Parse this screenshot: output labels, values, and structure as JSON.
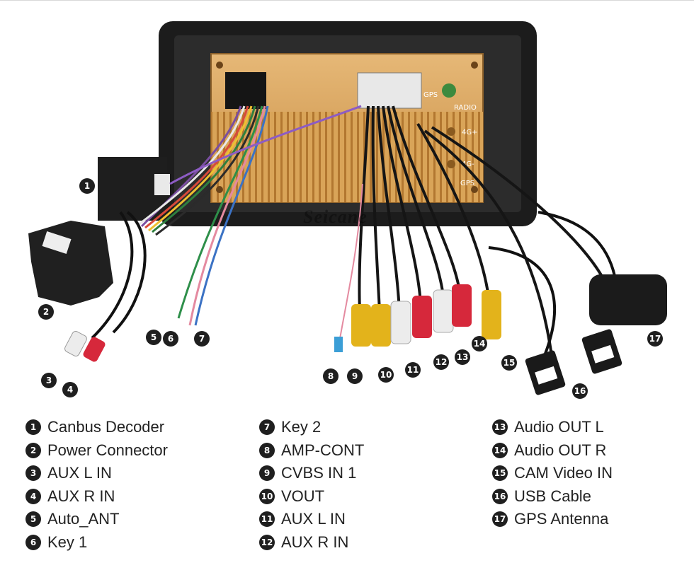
{
  "watermark": "Seicane",
  "markers": [
    "1",
    "2",
    "3",
    "4",
    "5",
    "6",
    "7",
    "8",
    "9",
    "10",
    "11",
    "12",
    "13",
    "14",
    "15",
    "16",
    "17"
  ],
  "legend": [
    {
      "num": "1",
      "label": "Canbus Decoder"
    },
    {
      "num": "2",
      "label": "Power Connector"
    },
    {
      "num": "3",
      "label": "AUX L IN"
    },
    {
      "num": "4",
      "label": "AUX R IN"
    },
    {
      "num": "5",
      "label": "Auto_ANT"
    },
    {
      "num": "6",
      "label": "Key 1"
    },
    {
      "num": "7",
      "label": "Key 2"
    },
    {
      "num": "8",
      "label": "AMP-CONT"
    },
    {
      "num": "9",
      "label": "CVBS IN 1"
    },
    {
      "num": "10",
      "label": "VOUT"
    },
    {
      "num": "11",
      "label": "AUX L IN"
    },
    {
      "num": "12",
      "label": "AUX R IN"
    },
    {
      "num": "13",
      "label": "Audio OUT L"
    },
    {
      "num": "14",
      "label": "Audio OUT R"
    },
    {
      "num": "15",
      "label": "CAM Video IN"
    },
    {
      "num": "16",
      "label": "USB Cable"
    },
    {
      "num": "17",
      "label": "GPS Antenna"
    }
  ],
  "unit_labels": {
    "gps": "GPS",
    "radio": "RADIO",
    "fourg_plus": "4G+",
    "fourg_minus": "4G-",
    "gps2": "GPS"
  },
  "colors": {
    "rca_yellow": "#e3b31b",
    "rca_white": "#ececec",
    "rca_red": "#d6283b",
    "frame": "#1c1c1c",
    "heatsink": "#d9a458"
  }
}
